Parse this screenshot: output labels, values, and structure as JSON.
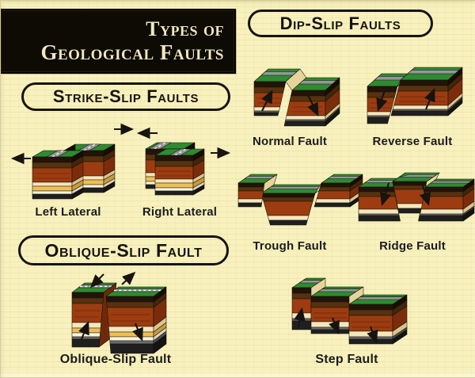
{
  "title": {
    "line1": "Types of",
    "line2": "Geological Faults"
  },
  "sections": {
    "dip_slip": "Dip-Slip Faults",
    "strike_slip": "Strike-Slip Faults",
    "oblique_slip": "Oblique-Slip Fault"
  },
  "captions": {
    "normal": "Normal Fault",
    "reverse": "Reverse Fault",
    "left_lateral": "Left Lateral",
    "right_lateral": "Right Lateral",
    "trough": "Trough Fault",
    "ridge": "Ridge Fault",
    "oblique": "Oblique-Slip Fault",
    "step": "Step Fault"
  },
  "palette": {
    "bg": "#f8f1bd",
    "ink": "#171310",
    "title_bg": "#0d0b04",
    "title_text": "#f2e7bd",
    "grass": "#2e8b31",
    "road": "#929799",
    "road_line": "#f2f2ee",
    "topsoil": "#24130a",
    "brown": "#56320f",
    "rust": "#9c3c10",
    "rustd": "#6f2909",
    "cream": "#f4e7bc",
    "gold": "#eebf52",
    "white_layer": "#f9f4e1",
    "base_gray": "#6b6b6b",
    "base_dark": "#1f1f1f",
    "tan": "#e6d49b",
    "s_topsoil": "#180d05",
    "s_brown": "#42260a",
    "s_rust": "#7b2d0b",
    "s_cream": "#d8c48e",
    "s_gold": "#c89b3c",
    "s_white": "#ddd5bb",
    "s_gray": "#515151",
    "s_dark": "#141414"
  }
}
